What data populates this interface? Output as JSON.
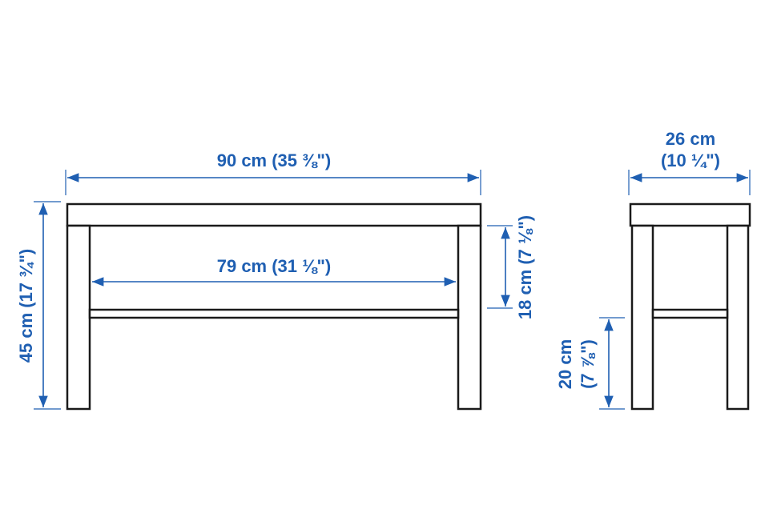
{
  "colors": {
    "dimension": "#1f5fb2",
    "outline": "#1a1a1a",
    "background": "#ffffff"
  },
  "front_view": {
    "overall_width": "90 cm (35 ⅜\")",
    "shelf_width": "79 cm (31 ⅛\")",
    "overall_height": "45 cm (17 ¾\")",
    "top_to_shelf": "18 cm (7 ⅛\")"
  },
  "side_view": {
    "depth_line1": "26 cm",
    "depth_line2": "(10 ¼\")",
    "shelf_height_line1": "20 cm",
    "shelf_height_line2": "(7 ⅞\")"
  }
}
